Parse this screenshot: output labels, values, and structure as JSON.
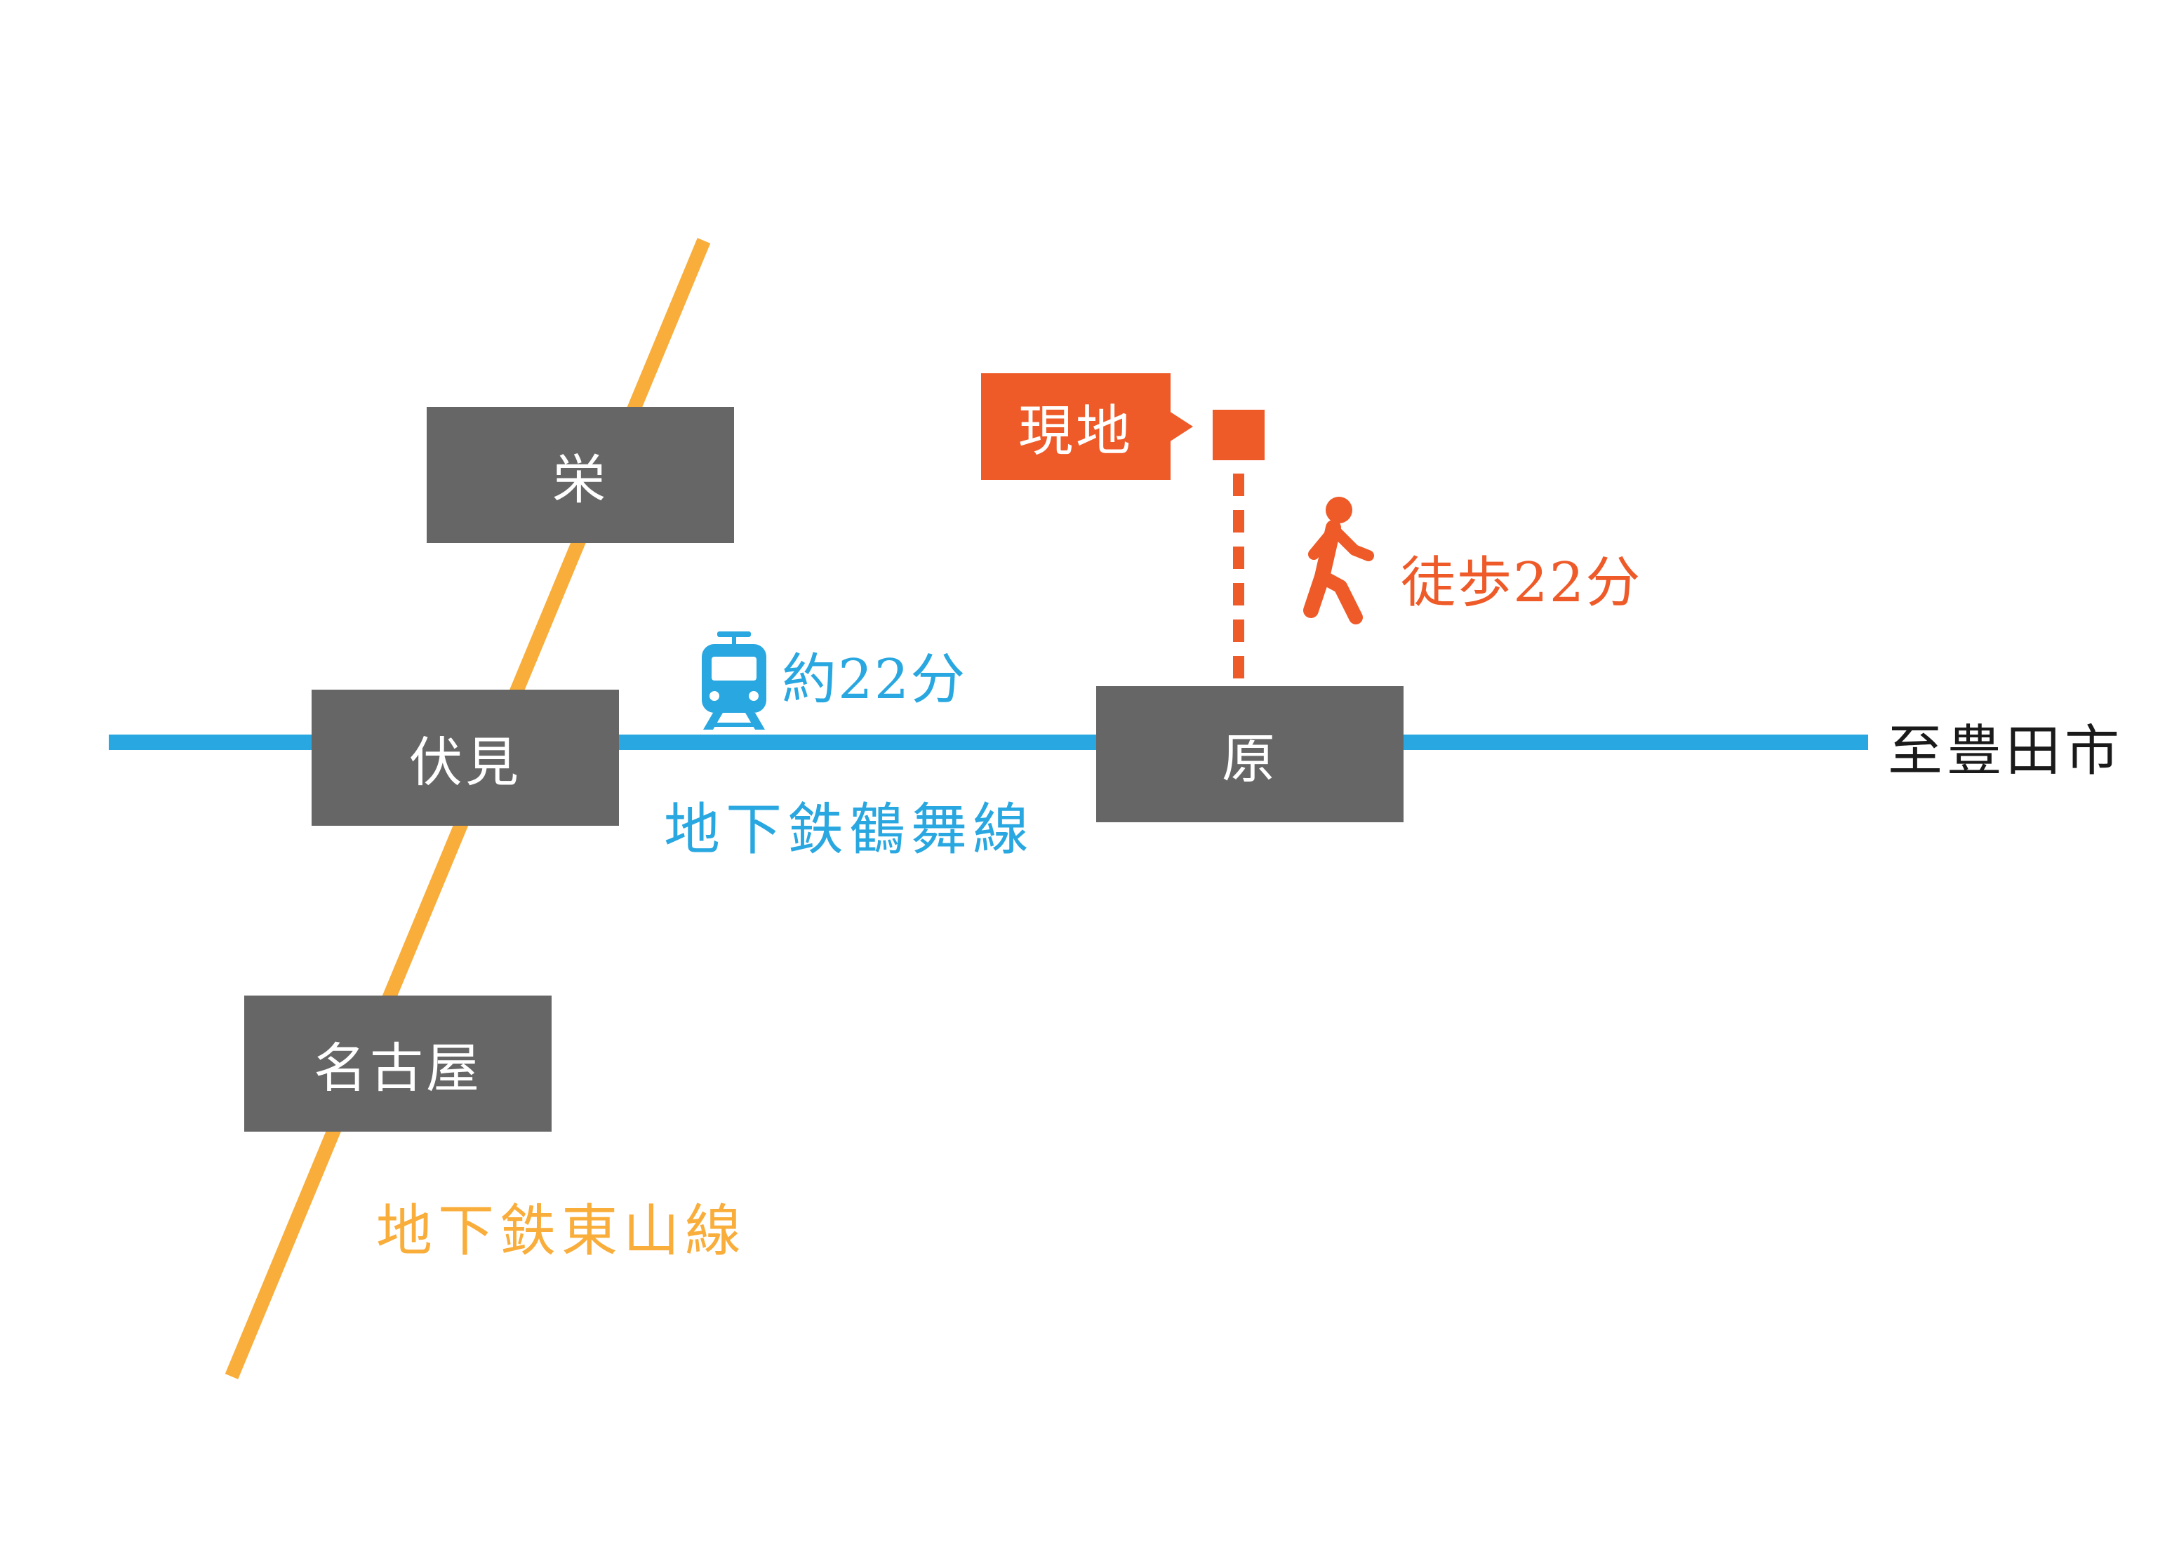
{
  "colors": {
    "tsurumai_line": "#29a7e0",
    "higashiyama_line": "#f9ad3a",
    "station_box": "#666666",
    "destination_marker": "#ee5a28",
    "text_dark": "#1a1a1a"
  },
  "stations": {
    "sakae": "栄",
    "fushimi": "伏見",
    "nagoya": "名古屋",
    "hara": "原"
  },
  "lines": {
    "tsurumai": "地下鉄鶴舞線",
    "higashiyama": "地下鉄東山線"
  },
  "direction": "至豊田市",
  "destination": {
    "label": "現地"
  },
  "travel": {
    "train_time": "約22分",
    "train_icon": "train-icon",
    "walk_time": "徒歩22分",
    "walk_icon": "walking-person-icon"
  }
}
